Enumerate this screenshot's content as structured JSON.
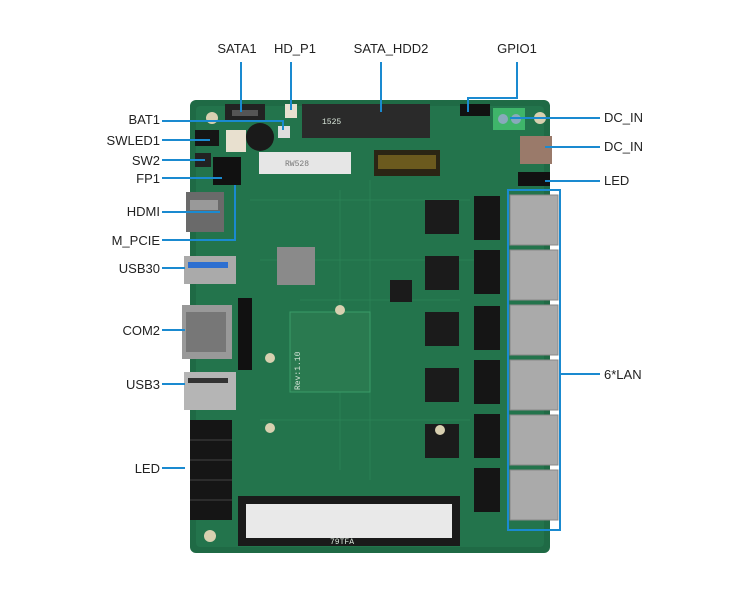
{
  "labels": {
    "sata1": "SATA1",
    "hd_p1": "HD_P1",
    "sata_hdd2": "SATA_HDD2",
    "gpio1": "GPIO1",
    "bat1": "BAT1",
    "swled1": "SWLED1",
    "sw2": "SW2",
    "fp1": "FP1",
    "hdmi": "HDMI",
    "m_pcie": "M_PCIE",
    "usb30": "USB30",
    "com2": "COM2",
    "usb3": "USB3",
    "led_left": "LED",
    "dc_in_1": "DC_IN",
    "dc_in_2": "DC_IN",
    "led_right": "LED",
    "lan": "6*LAN"
  },
  "board_silkscreen": {
    "sata_mark": "1525",
    "mpcie_mark": "RW528",
    "rev": "Rev:1.10",
    "sodimm_mark": "79TFA"
  },
  "colors": {
    "leader": "#1a8ad0",
    "board": "#1f6a45"
  }
}
